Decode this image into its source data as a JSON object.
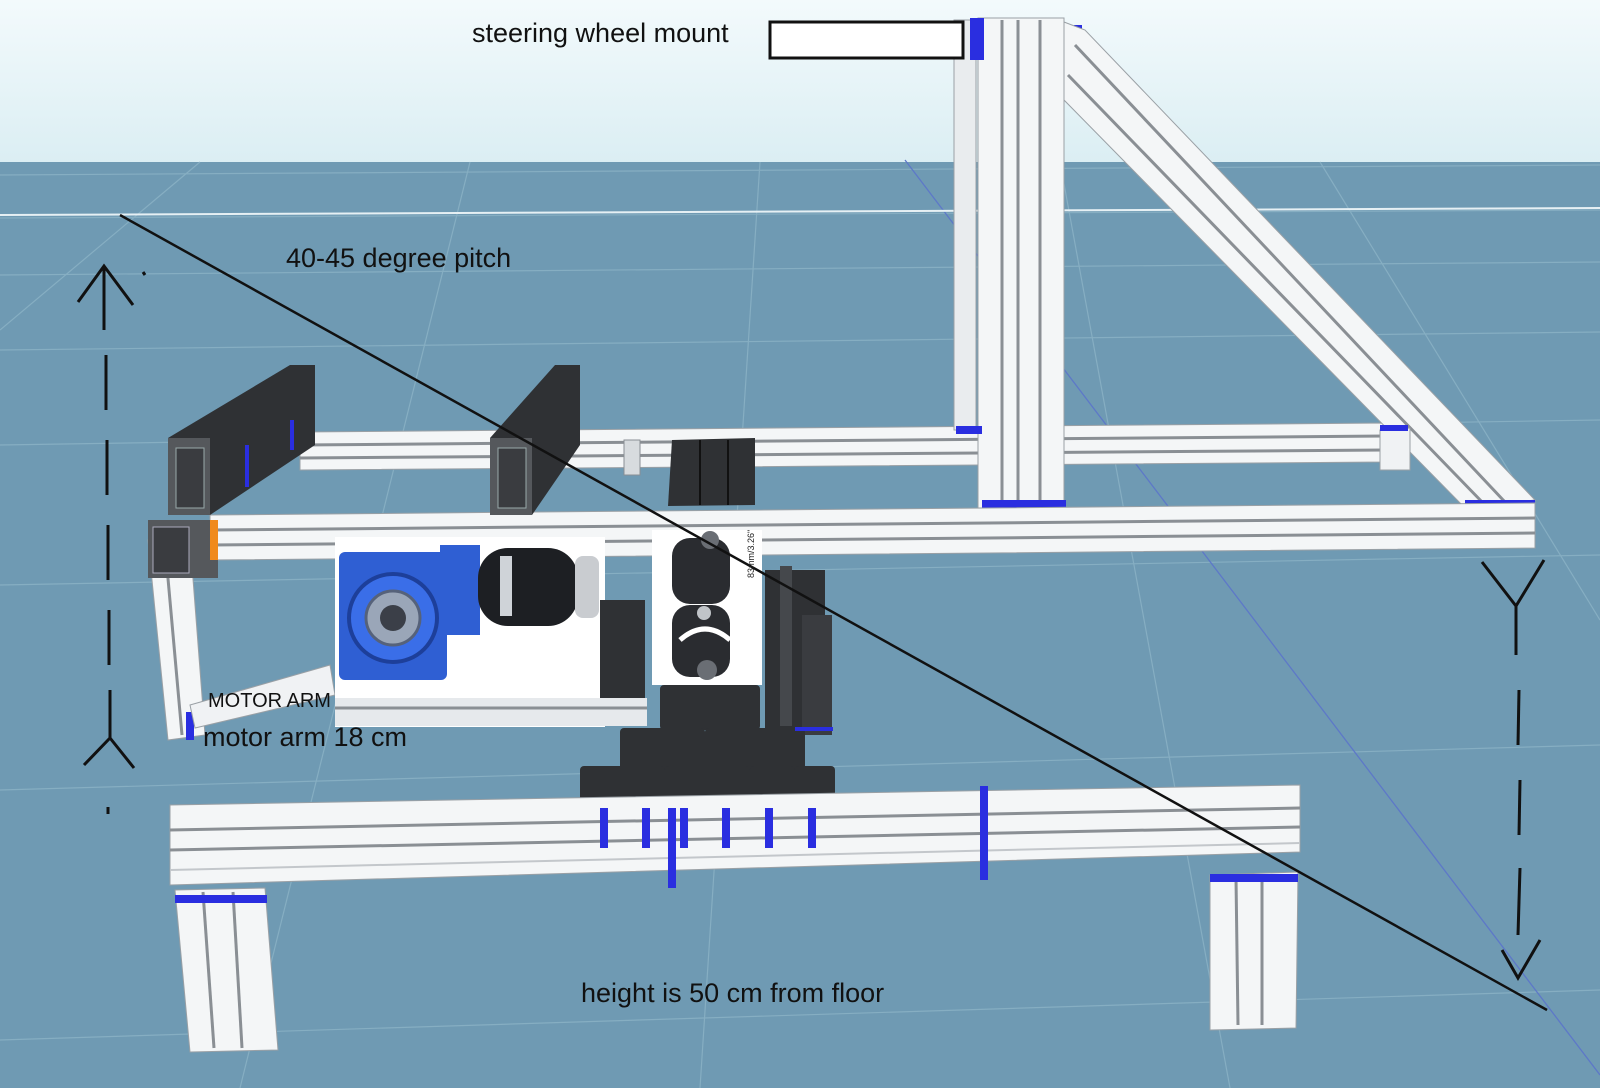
{
  "labels": {
    "steering_wheel_mount": "steering wheel mount",
    "pitch": "40-45 degree pitch",
    "motor_arm_small": "MOTOR ARM",
    "motor_arm": "motor arm 18 cm",
    "height": "height  is 50 cm from floor",
    "joint_dimension": "83mm/3.26\""
  },
  "colors": {
    "sky": "#eaf5f8",
    "floor": "#6f9ab3",
    "grid": "#86aec2",
    "aluminum": "#f4f6f7",
    "aluminum_groove": "#8a8f94",
    "dark_profile": "#2f3134",
    "blue_marker": "#2a2ee0",
    "annotation": "#111111",
    "gearbox_blue": "#2f5fd3"
  },
  "icons": [
    "gear-motor-photo",
    "universal-joint-photo",
    "up-arrow-icon",
    "down-arrow-icon"
  ]
}
